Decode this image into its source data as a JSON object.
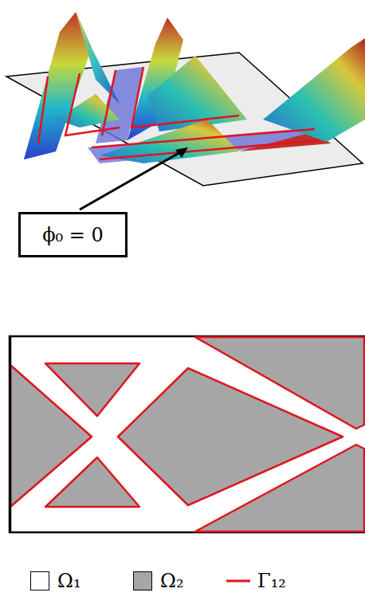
{
  "diagram": {
    "nodes": [
      {
        "text": [
          "ϕ₀ = 0"
        ]
      }
    ],
    "legend": [
      {
        "text": "Ω₁",
        "color": "#ffffff"
      },
      {
        "text": "Ω₂",
        "color": "#a6a6a6"
      },
      {
        "text": "Γ₁₂"
      }
    ]
  }
}
